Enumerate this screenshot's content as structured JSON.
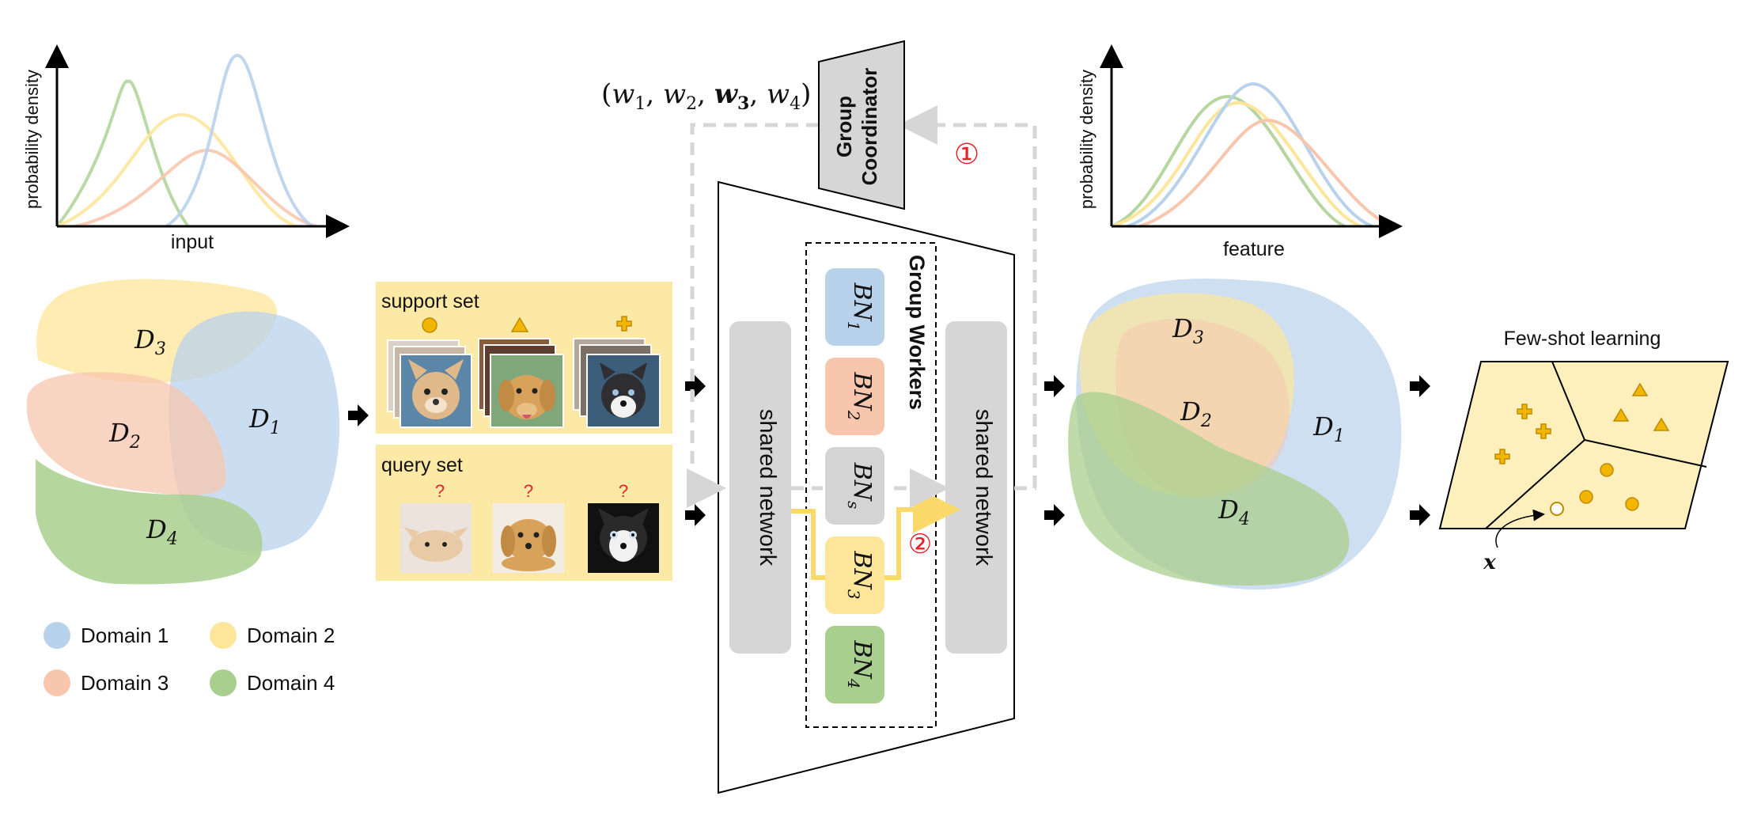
{
  "colors": {
    "domain1": "#b9d2ec",
    "domain2": "#fde59a",
    "domain3": "#f7c6ad",
    "domain4": "#a9cf8e",
    "set_bg": "#fde9a6",
    "bn_s": "#d4d4d4",
    "shared": "#d6d6d6",
    "red": "#e8202a",
    "gold": "#f2b500",
    "dashed": "#d6d6d6",
    "path": "#fbd86a",
    "fsl_bg": "#fdf0bd"
  },
  "input_plot": {
    "ylabel": "probability density",
    "xlabel": "input"
  },
  "feature_plot": {
    "ylabel": "probability density",
    "xlabel": "feature"
  },
  "domain_blobs_input": [
    "D3",
    "D1",
    "D2",
    "D4"
  ],
  "domain_blobs_feature": [
    "D3",
    "D2",
    "D1",
    "D4"
  ],
  "legend": [
    {
      "label": "Domain 1",
      "color": "#b9d2ec"
    },
    {
      "label": "Domain 2",
      "color": "#fde59a"
    },
    {
      "label": "Domain 3",
      "color": "#f7c6ad"
    },
    {
      "label": "Domain 4",
      "color": "#a9cf8e"
    }
  ],
  "support_set": {
    "title": "support set",
    "markers": [
      "circle",
      "triangle",
      "plus"
    ]
  },
  "query_set": {
    "title": "query set",
    "markers": [
      "?",
      "?",
      "?"
    ]
  },
  "weights_label": "(w1, w2, w3, w4)",
  "coordinator": {
    "line1": "Group",
    "line2": "Coordinator"
  },
  "group_workers": "Group Workers",
  "shared_network_left": "shared network",
  "shared_network_right": "shared network",
  "bn_blocks": [
    {
      "base": "BN",
      "sub": "1",
      "color": "#b9d2ec"
    },
    {
      "base": "BN",
      "sub": "2",
      "color": "#f7c6ad"
    },
    {
      "base": "BN",
      "sub": "s",
      "color": "#d4d4d4"
    },
    {
      "base": "BN",
      "sub": "3",
      "color": "#fde59a"
    },
    {
      "base": "BN",
      "sub": "4",
      "color": "#a9cf8e"
    }
  ],
  "step1": "①",
  "step2": "②",
  "fsl": {
    "title": "Few-shot learning",
    "query_label": "x"
  }
}
